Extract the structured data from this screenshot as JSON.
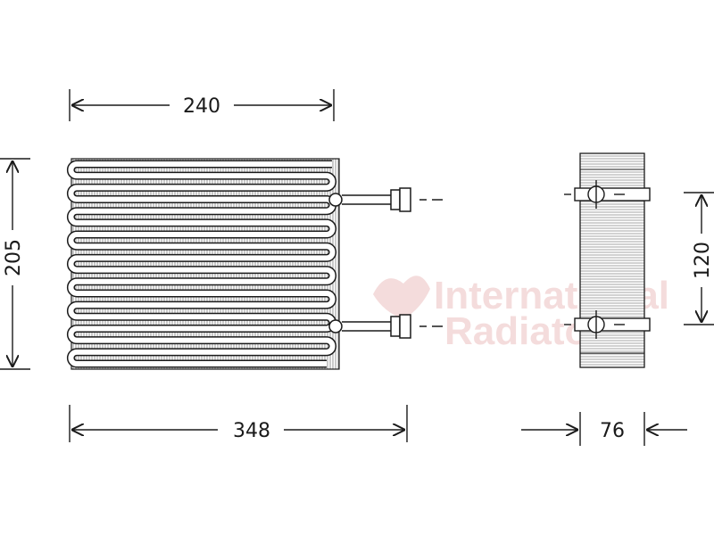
{
  "colors": {
    "line": "#1a1a1a",
    "fin": "#8a8a8a",
    "finLight": "#d0d0d0",
    "watermark": "#f3d6d6"
  },
  "dimensions": {
    "front_width": "240",
    "front_height": "205",
    "front_overall_width": "348",
    "side_pipe_spacing": "120",
    "side_depth": "76"
  },
  "watermark": {
    "line1": "International",
    "line2": "Radiators"
  }
}
